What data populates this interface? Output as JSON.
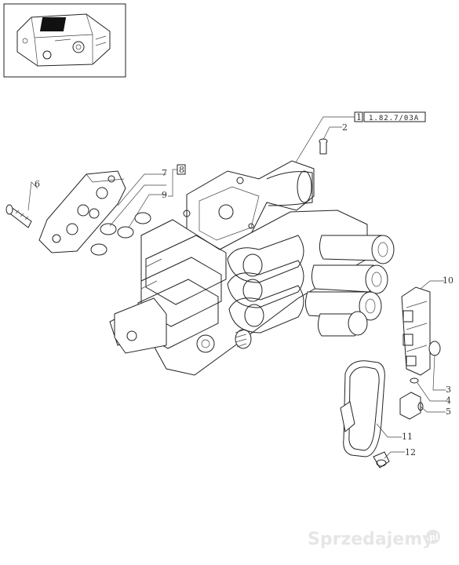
{
  "diagram": {
    "reference_code": "1.82.7/03A",
    "group_box_label": "1",
    "seal_kit_box_label": "8",
    "callouts": [
      {
        "id": "2",
        "label": "2"
      },
      {
        "id": "3",
        "label": "3"
      },
      {
        "id": "4",
        "label": "4"
      },
      {
        "id": "5",
        "label": "5"
      },
      {
        "id": "6",
        "label": "6"
      },
      {
        "id": "7",
        "label": "7"
      },
      {
        "id": "9",
        "label": "9"
      },
      {
        "id": "10",
        "label": "10"
      },
      {
        "id": "11",
        "label": "11"
      },
      {
        "id": "12",
        "label": "12"
      }
    ]
  },
  "watermark": {
    "brand": "Sprzedajemy",
    "suffix": ".pl"
  }
}
